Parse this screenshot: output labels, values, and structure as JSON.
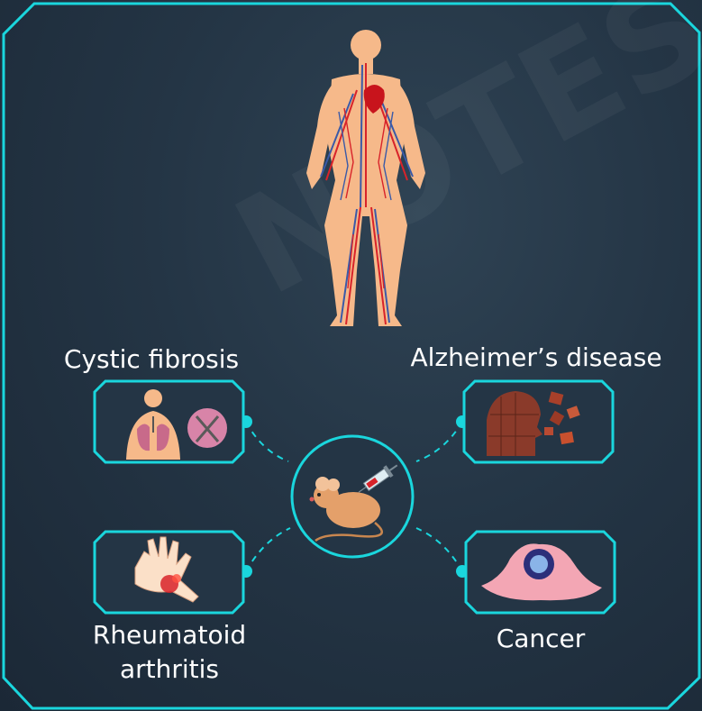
{
  "diagram": {
    "center": {
      "subject_icon": "lab-mouse-with-syringe-icon"
    },
    "top_figure": {
      "icon": "human-circulatory-system-icon"
    },
    "diseases": [
      {
        "label": "Cystic fibrosis",
        "icon": "lungs-icon"
      },
      {
        "label": "Alzheimer’s disease",
        "icon": "brain-puzzle-icon"
      },
      {
        "label": "Rheumatoid arthritis",
        "icon": "inflamed-hand-icon"
      },
      {
        "label": "Cancer",
        "icon": "cancer-cell-icon"
      }
    ]
  },
  "colors": {
    "accent": "#1ad6dd",
    "background": "#243545",
    "text": "#ffffff",
    "skin": "#f6b98a",
    "artery": "#d8232a",
    "vein": "#3a5aa8"
  }
}
